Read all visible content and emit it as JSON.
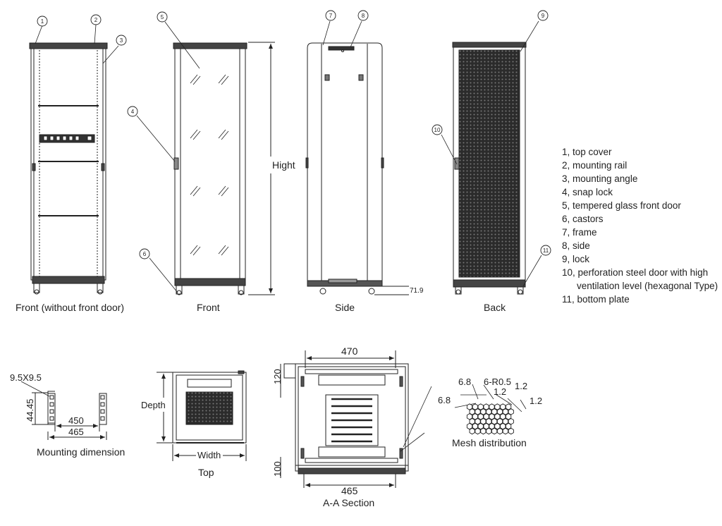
{
  "views": {
    "front_no_door": "Front (without front door)",
    "front": "Front",
    "side": "Side",
    "back": "Back",
    "mounting": "Mounting dimension",
    "top": "Top",
    "section": "A-A Section",
    "mesh": "Mesh distribution"
  },
  "callouts": [
    "1",
    "2",
    "3",
    "4",
    "5",
    "6",
    "7",
    "8",
    "9",
    "10",
    "11"
  ],
  "legend": [
    "1, top cover",
    "2, mounting rail",
    "3, mounting angle",
    "4, snap lock",
    "5, tempered glass front door",
    "6, castors",
    "7, frame",
    "8, side",
    "9, lock",
    "10, perforation steel door with high",
    "ventilation level (hexagonal Type)",
    "11, bottom plate"
  ],
  "dims": {
    "hight": "Hight",
    "caster_offset": "71.9",
    "hole": "9.5X9.5",
    "angle_height": "44.45",
    "inner_width": "450",
    "outer_width": "465",
    "depth": "Depth",
    "width": "Width",
    "section_top": "470",
    "section_bottom": "465",
    "section_front": "120",
    "section_back": "100",
    "mesh_a": "6.8",
    "mesh_b": "6-R0.5",
    "mesh_c": "1.2",
    "mesh_d": "1.2",
    "mesh_e": "6.8",
    "mesh_f": "1.2"
  }
}
